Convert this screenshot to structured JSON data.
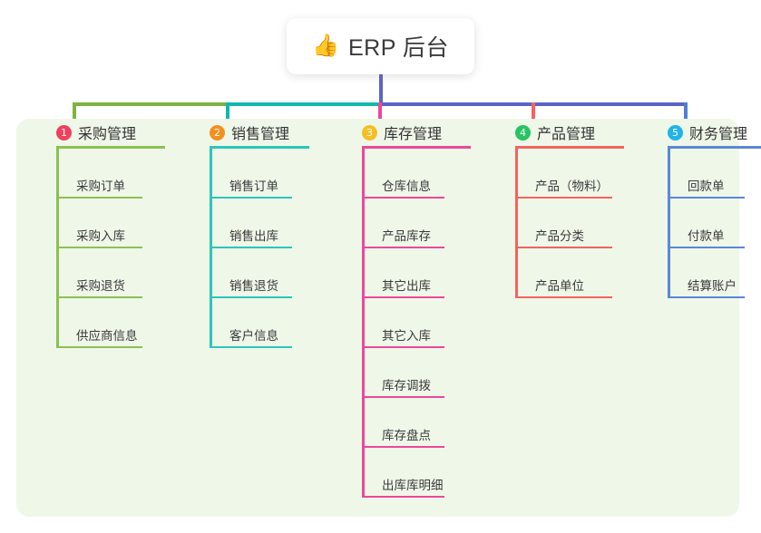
{
  "root": {
    "icon": "thumbs-up-icon",
    "icon_glyph": "👍",
    "title": "ERP 后台"
  },
  "panel": {
    "background": "#eff7e9"
  },
  "connector": {
    "stem_color": "#5c63c8",
    "bus_colors": [
      "#7cb342",
      "#0fb8ad",
      "#5c63c8"
    ]
  },
  "columns": [
    {
      "number": "1",
      "badge_color": "#ef4060",
      "line_color": "#8cc152",
      "title": "采购管理",
      "items": [
        "采购订单",
        "采购入库",
        "采购退货",
        "供应商信息"
      ]
    },
    {
      "number": "2",
      "badge_color": "#f5901e",
      "line_color": "#2dc6b8",
      "title": "销售管理",
      "items": [
        "销售订单",
        "销售出库",
        "销售退货",
        "客户信息"
      ]
    },
    {
      "number": "3",
      "badge_color": "#f4bf25",
      "line_color": "#ec4899",
      "title": "库存管理",
      "items": [
        "仓库信息",
        "产品库存",
        "其它出库",
        "其它入库",
        "库存调拨",
        "库存盘点",
        "出库库明细"
      ]
    },
    {
      "number": "4",
      "badge_color": "#27c462",
      "line_color": "#f4635e",
      "title": "产品管理",
      "items": [
        "产品（物料）",
        "产品分类",
        "产品单位"
      ]
    },
    {
      "number": "5",
      "badge_color": "#22b3e8",
      "line_color": "#5b87d8",
      "title": "财务管理",
      "items": [
        "回款单",
        "付款单",
        "结算账户"
      ]
    }
  ]
}
